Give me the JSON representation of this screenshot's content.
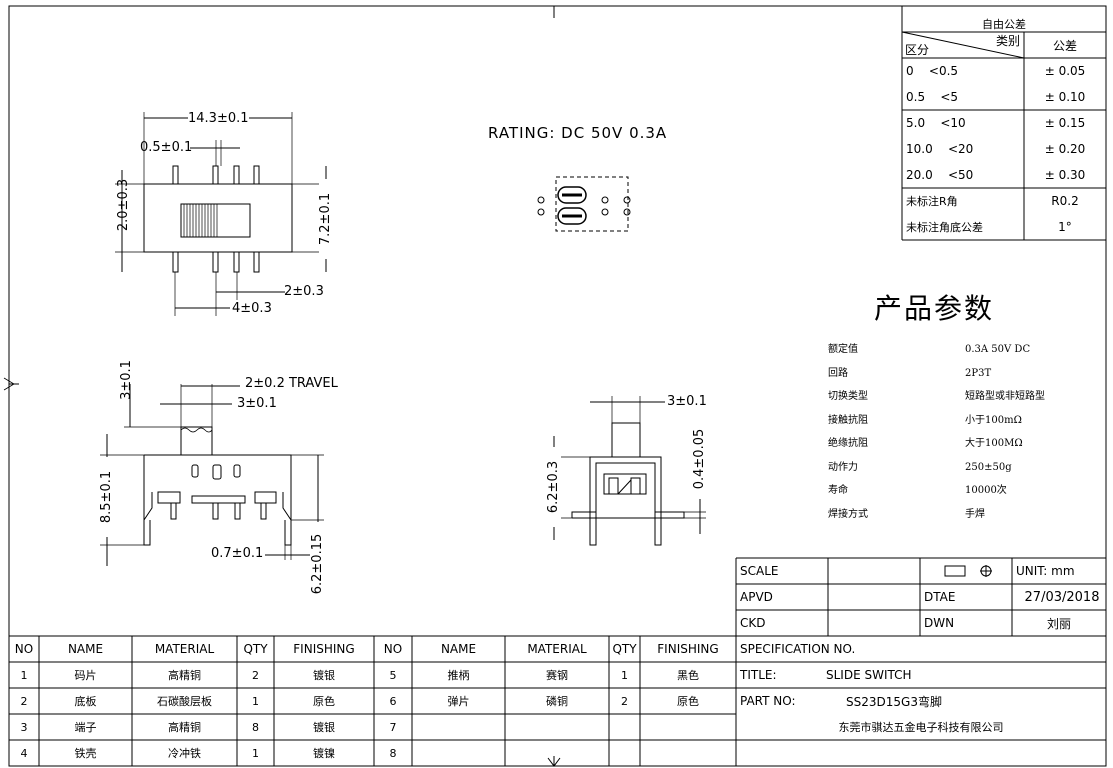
{
  "rating": "RATING: DC 50V 0.3A",
  "dims_top": {
    "width": "14.3±0.1",
    "pin_width": "0.5±0.1",
    "height_left": "2.0±0.3",
    "height_right": "7.2±0.1",
    "pitch_a": "2±0.3",
    "pitch_b": "4±0.3"
  },
  "dims_front": {
    "travel": "2±0.2 TRAVEL",
    "knob_w": "3±0.1",
    "knob_h": "3±0.1",
    "height": "8.5±0.1",
    "pin_t": "0.7±0.1",
    "pin_len": "6.2±0.15"
  },
  "dims_side": {
    "knob_w": "3±0.1",
    "height": "6.2±0.3",
    "thick": "0.4±0.05"
  },
  "tolerance": {
    "title": "自由公差",
    "hdr_class": "类别",
    "hdr_range": "区分",
    "hdr_tol": "公差",
    "rows": [
      {
        "range": "0    <0.5",
        "tol": "± 0.05"
      },
      {
        "range": "0.5    <5",
        "tol": "± 0.10"
      },
      {
        "range": "5.0    <10",
        "tol": "± 0.15"
      },
      {
        "range": "10.0    <20",
        "tol": "± 0.20"
      },
      {
        "range": "20.0    <50",
        "tol": "± 0.30"
      },
      {
        "range": "未标注R角",
        "tol": "R0.2"
      },
      {
        "range": "未标注角底公差",
        "tol": "1°"
      }
    ]
  },
  "params": {
    "title": "产品参数",
    "rows": [
      {
        "label": "额定值",
        "value": "0.3A 50V DC"
      },
      {
        "label": "回路",
        "value": "2P3T"
      },
      {
        "label": "切换类型",
        "value": "短路型或非短路型"
      },
      {
        "label": "接触抗阻",
        "value": "小于100mΩ"
      },
      {
        "label": "绝缘抗阻",
        "value": "大于100MΩ"
      },
      {
        "label": "动作力",
        "value": "250±50g"
      },
      {
        "label": "寿命",
        "value": "10000次"
      },
      {
        "label": "焊接方式",
        "value": "手焊"
      }
    ]
  },
  "title_block": {
    "scale_label": "SCALE",
    "unit": "UNIT: mm",
    "apvd_label": "APVD",
    "date_label": "DTAE",
    "date": "27/03/2018",
    "ckd_label": "CKD",
    "dwn_label": "DWN",
    "dwn": "刘丽",
    "spec_label": "SPECIFICATION NO.",
    "title_label": "TITLE:",
    "title": "SLIDE SWITCH",
    "part_label": "PART NO:",
    "part": "SS23D15G3弯脚",
    "company": "东莞市骐达五金电子科技有限公司"
  },
  "bom": {
    "headers": [
      "NO",
      "NAME",
      "MATERIAL",
      "QTY",
      "FINISHING",
      "NO",
      "NAME",
      "MATERIAL",
      "QTY",
      "FINISHING"
    ],
    "rows": [
      [
        "1",
        "码片",
        "高精铜",
        "2",
        "镀银",
        "5",
        "推柄",
        "赛钢",
        "1",
        "黑色"
      ],
      [
        "2",
        "底板",
        "石碳酸层板",
        "1",
        "原色",
        "6",
        "弹片",
        "磷铜",
        "2",
        "原色"
      ],
      [
        "3",
        "端子",
        "高精铜",
        "8",
        "镀银",
        "7",
        "",
        "",
        "",
        ""
      ],
      [
        "4",
        "铁壳",
        "冷冲铁",
        "1",
        "镀镍",
        "8",
        "",
        "",
        "",
        ""
      ]
    ]
  }
}
